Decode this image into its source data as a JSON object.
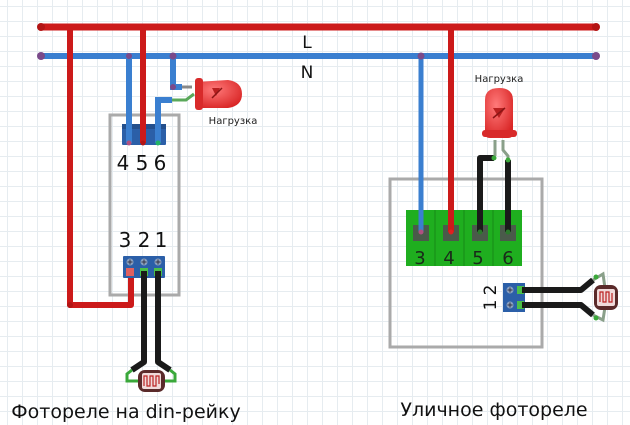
{
  "buses": {
    "phase_label": "L",
    "neutral_label": "N"
  },
  "colors": {
    "phase": "#cc1a1a",
    "neutral": "#3a7fd0",
    "signal": "#1a1a1a",
    "terminal_blue": "#2b5fa8",
    "terminal_green": "#22b322",
    "led_red": "#e83838",
    "box_border": "#a8a8a8"
  },
  "din_relay": {
    "caption": "Фотореле на din-рейку",
    "top_terminals": [
      "4",
      "5",
      "6"
    ],
    "bottom_terminals": [
      "3",
      "2",
      "1"
    ],
    "load_label": "Нагрузка"
  },
  "street_relay": {
    "caption": "Уличное фотореле",
    "main_terminals": [
      "3",
      "4",
      "5",
      "6"
    ],
    "sensor_terminals": [
      "1",
      "2"
    ],
    "load_label": "Нагрузка"
  }
}
